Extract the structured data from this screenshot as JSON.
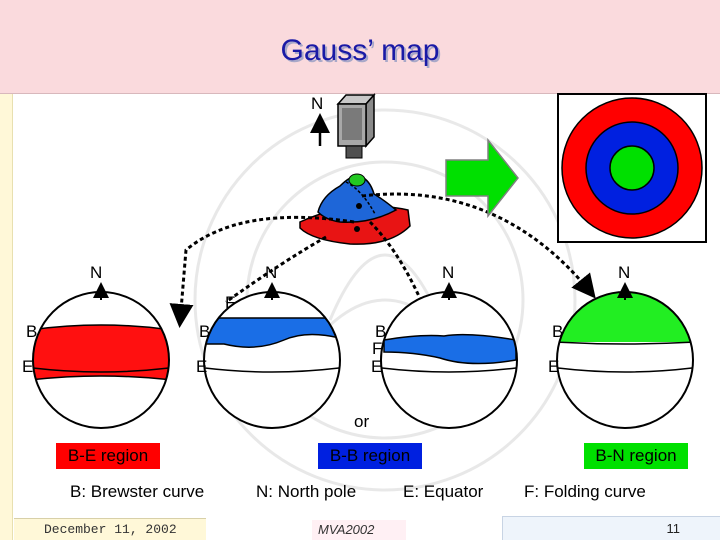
{
  "title": "Gauss’ map",
  "colors": {
    "red": "#ff0000",
    "blue": "#1c6fd8",
    "green": "#22e022",
    "darkblue": "#0030d0",
    "title_band": "#fadadd"
  },
  "labels": {
    "n_top": "N",
    "n1": "N",
    "n2": "N",
    "n3": "N",
    "n4": "N",
    "f_top": "F",
    "b1": "B",
    "e1": "E",
    "b2": "B",
    "e2": "E",
    "b3": "B",
    "f3": "F",
    "e3": "E",
    "b4": "B",
    "e4": "E",
    "or": "or"
  },
  "regions": {
    "be": "B-E region",
    "bb": "B-B region",
    "bn": "B-N region"
  },
  "legend": {
    "brewster": "B: Brewster curve",
    "north": "N: North pole",
    "equator": "E: Equator",
    "folding": "F: Folding curve"
  },
  "footer": {
    "date": "December 11, 2002",
    "venue": "MVA2002",
    "page": "11"
  }
}
